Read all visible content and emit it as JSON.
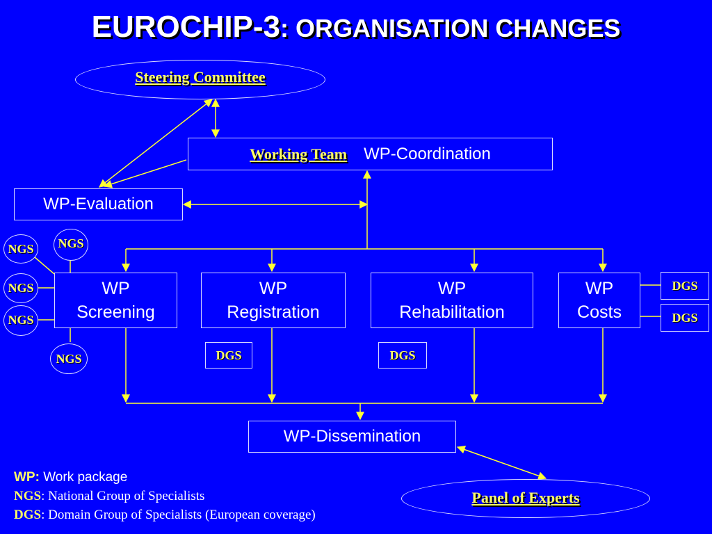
{
  "title": {
    "main": "EUROCHIP-3",
    "sub": ": ORGANISATION CHANGES"
  },
  "steering": "Steering Committee",
  "working_team": {
    "label": "Working Team",
    "name": "WP-Coordination"
  },
  "evaluation": "WP-Evaluation",
  "packages": [
    {
      "line1": "WP",
      "line2": "Screening"
    },
    {
      "line1": "WP",
      "line2": "Registration"
    },
    {
      "line1": "WP",
      "line2": "Rehabilitation"
    },
    {
      "line1": "WP",
      "line2": "Costs"
    }
  ],
  "dissemination": "WP-Dissemination",
  "panel": "Panel of Experts",
  "ngs": "NGS",
  "dgs": "DGS",
  "legend": [
    {
      "key": "WP:",
      "text": " Work package"
    },
    {
      "key": "NGS",
      "text": ": National Group of Specialists"
    },
    {
      "key": "DGS",
      "text": ": Domain Group of Specialists (European coverage)"
    }
  ],
  "colors": {
    "background": "#0000ff",
    "lines": "#ffff33",
    "accent": "#ffff66",
    "text": "#ffffff"
  }
}
